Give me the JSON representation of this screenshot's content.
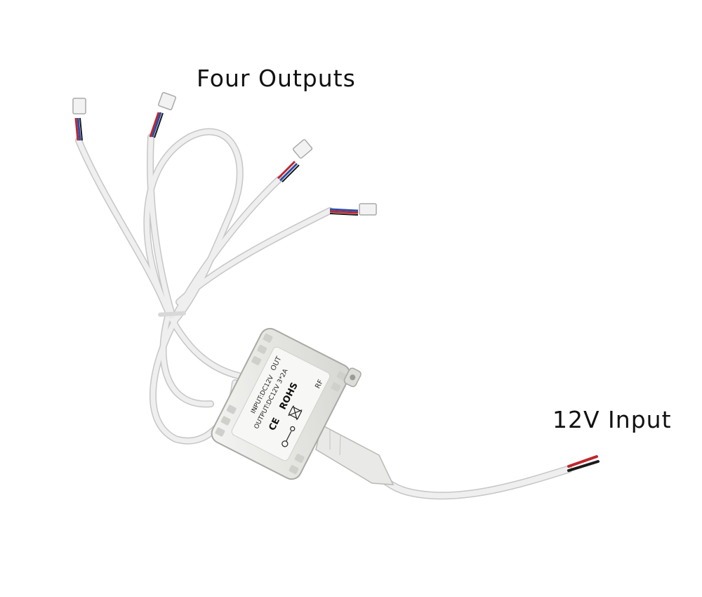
{
  "captions": {
    "outputs_label": "Four Outputs",
    "input_label": "12V Input"
  },
  "device_label": {
    "line1": "INPUT:DC12V",
    "line2": "OUTPUT:DC12V 3*2A",
    "rohs": "ROHS",
    "ce": "CE",
    "out": "OUT",
    "rf": "RF"
  },
  "colors": {
    "background": "#ffffff",
    "cable": "#eeeeee",
    "cable_edge": "#c9c9c9",
    "wire_red": "#c0262c",
    "wire_blue": "#2b4da8",
    "wire_green": "#2f8a3a",
    "wire_black": "#1a1a1a"
  }
}
